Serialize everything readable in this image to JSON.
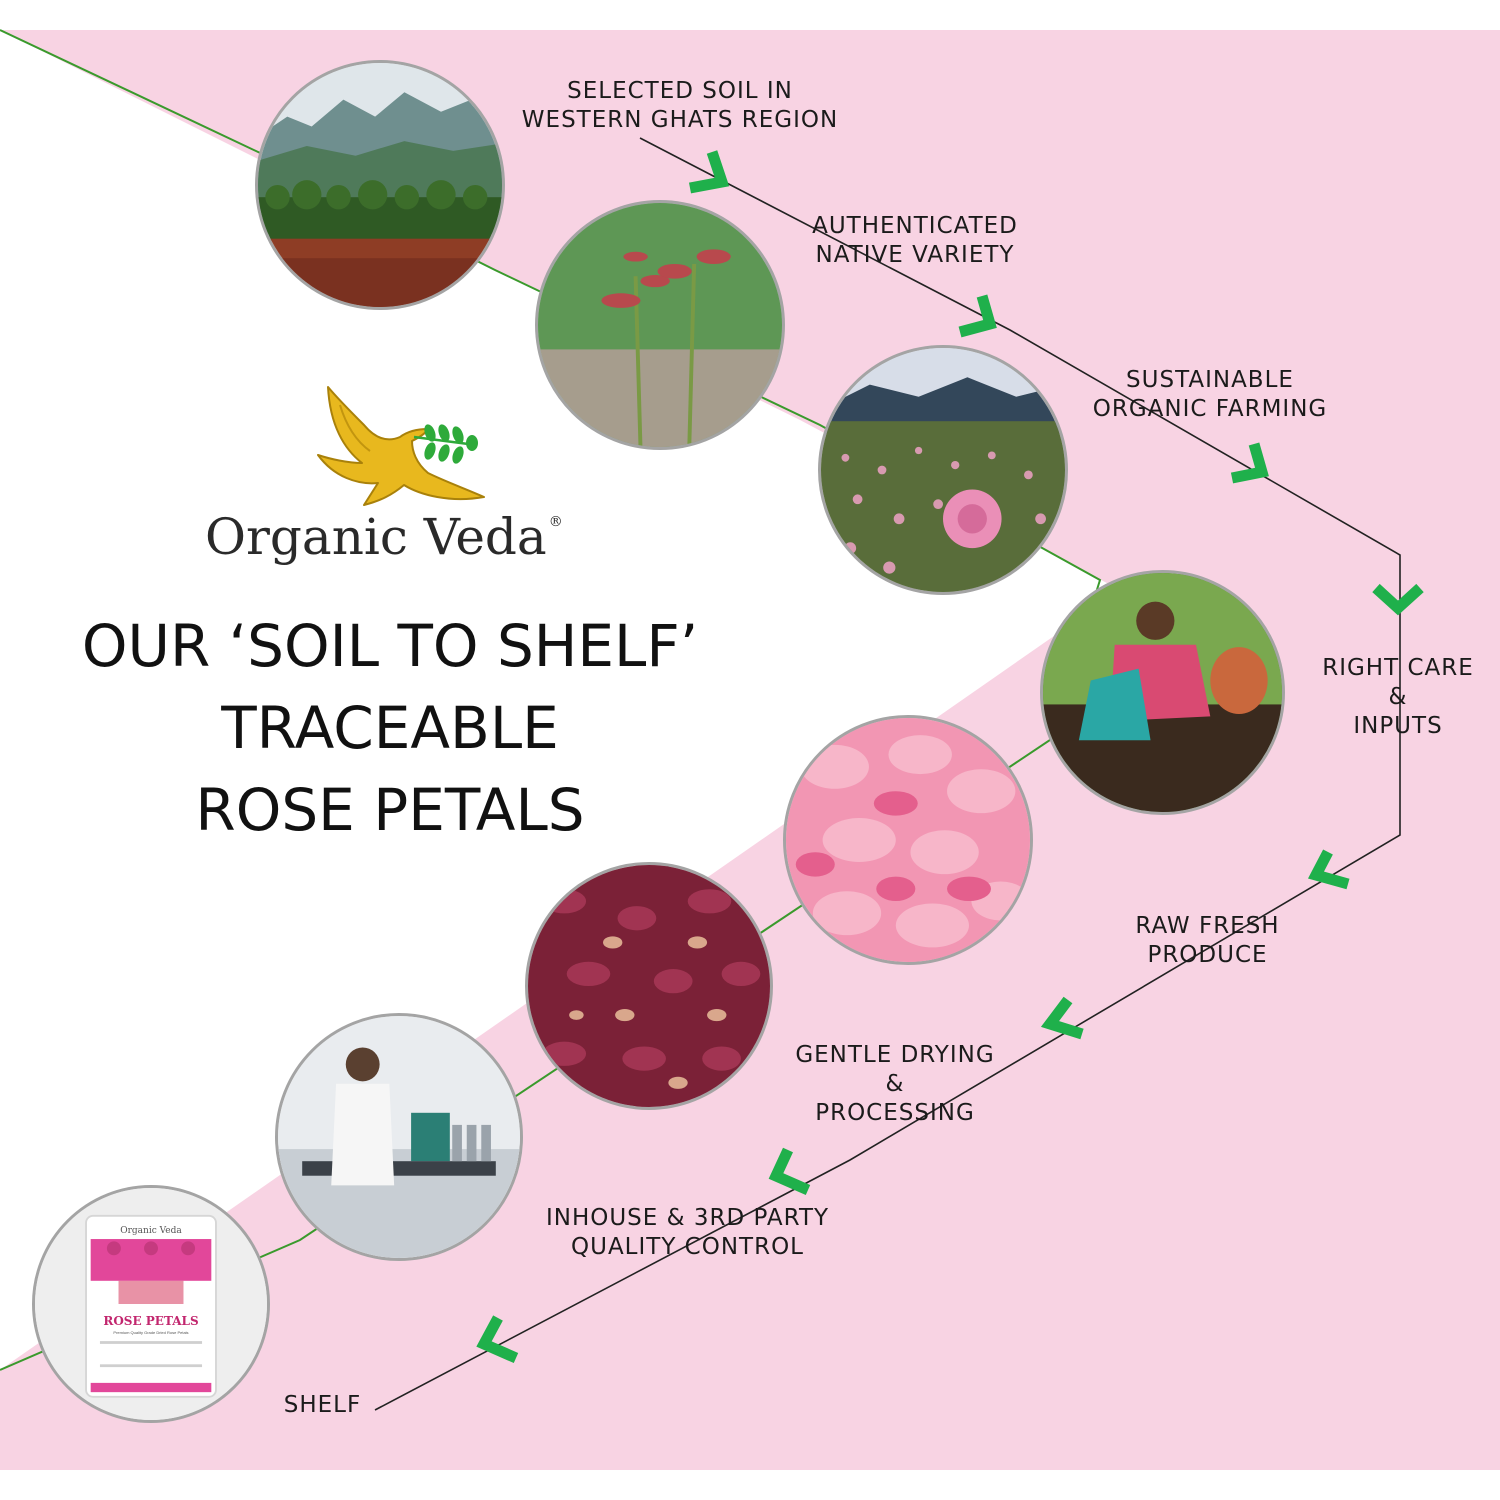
{
  "brand": {
    "name": "Organic Veda",
    "registered_mark": "®"
  },
  "headline": {
    "line1": "OUR ‘SOIL TO SHELF’",
    "line2": "TRACEABLE",
    "line3": "ROSE PETALS"
  },
  "steps": [
    {
      "line1": "SELECTED SOIL IN",
      "line2": "WESTERN GHATS REGION"
    },
    {
      "line1": "AUTHENTICATED",
      "line2": "NATIVE VARIETY"
    },
    {
      "line1": "SUSTAINABLE",
      "line2": "ORGANIC FARMING"
    },
    {
      "line1": "RIGHT CARE",
      "line2": "&",
      "line3": "INPUTS"
    },
    {
      "line1": "RAW FRESH",
      "line2": "PRODUCE"
    },
    {
      "line1": "GENTLE DRYING",
      "line2": "&",
      "line3": "PROCESSING"
    },
    {
      "line1": "INHOUSE & 3RD PARTY",
      "line2": "QUALITY CONTROL"
    },
    {
      "line1": "SHELF"
    }
  ],
  "product_pack": {
    "brand": "Organic Veda",
    "product": "ROSE PETALS",
    "tagline": "Premium Quality Grade Dried Rose Petals"
  },
  "colors": {
    "pink_background": "#f8d3e3",
    "arrow_green": "#1fb04b",
    "timeline_green": "#3a9a2c",
    "leaf_green": "#2eaa3a",
    "dove_gold": "#e8b81e"
  },
  "icons": {
    "logo": "golden-dove-with-olive-branch-icon",
    "chevron": "green-chevron-arrow-icon"
  }
}
